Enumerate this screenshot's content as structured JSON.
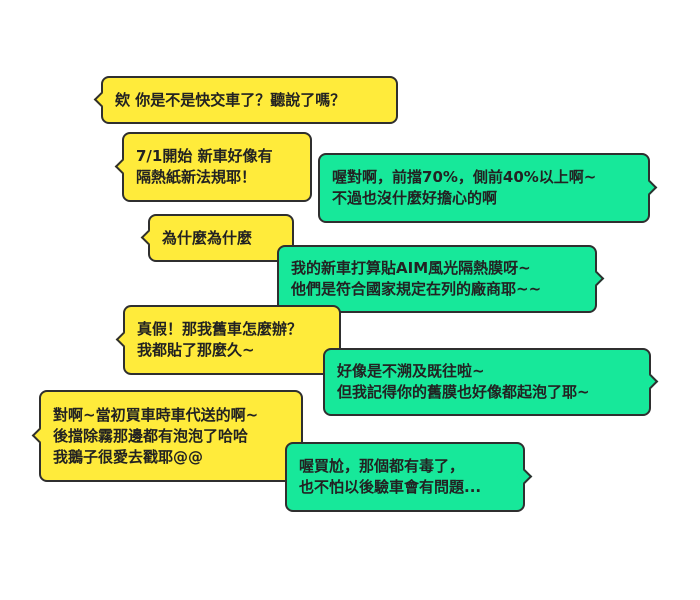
{
  "colors": {
    "left_bubble": "#ffeb3b",
    "right_bubble": "#17e89a",
    "outline": "#2f2f2f"
  },
  "messages": [
    {
      "side": "left",
      "lines": [
        "欸 你是不是快交車了？聽說了嗎？"
      ]
    },
    {
      "side": "left",
      "lines": [
        "7/1開始  新車好像有",
        "隔熱紙新法規耶！"
      ]
    },
    {
      "side": "right",
      "lines": [
        "喔對啊，前擋70%，側前40%以上啊~",
        "不過也沒什麼好擔心的啊"
      ]
    },
    {
      "side": "left",
      "lines": [
        "為什麼為什麼"
      ]
    },
    {
      "side": "right",
      "lines": [
        "我的新車打算貼AIM風光隔熱膜呀~",
        "他們是符合國家規定在列的廠商耶~~"
      ]
    },
    {
      "side": "left",
      "lines": [
        "真假！那我舊車怎麼辦？",
        "我都貼了那麼久~"
      ]
    },
    {
      "side": "right",
      "lines": [
        "好像是不溯及既往啦~",
        "但我記得你的舊膜也好像都起泡了耶~"
      ]
    },
    {
      "side": "left",
      "lines": [
        "對啊~當初買車時車代送的啊~",
        "後擋除霧那邊都有泡泡了哈哈",
        "我鵝子很愛去戳耶@@"
      ]
    },
    {
      "side": "right",
      "lines": [
        "喔買尬，那個都有毒了，",
        "也不怕以後驗車會有問題..."
      ]
    }
  ]
}
